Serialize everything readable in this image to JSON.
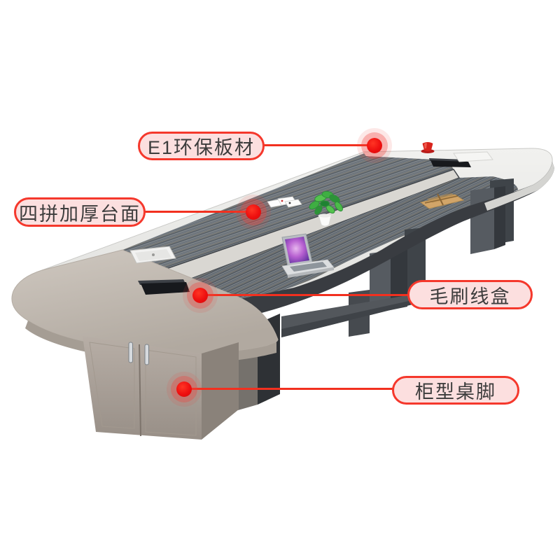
{
  "product": {
    "name": "conference-table",
    "description_visible_text_only": true
  },
  "callouts": [
    {
      "id": "board",
      "label": "E1环保板材",
      "side": "left"
    },
    {
      "id": "tabletop",
      "label": "四拼加厚台面",
      "side": "left"
    },
    {
      "id": "cablebox",
      "label": "毛刷线盒",
      "side": "right"
    },
    {
      "id": "legs",
      "label": "柜型桌脚",
      "side": "right"
    }
  ],
  "style": {
    "pill_fill": "#fcdfdf",
    "pill_border": "#f5382c",
    "pill_text": "#3c3c3c",
    "line_color": "#f2301f",
    "dot_color": "#ee0f0f",
    "table_stripe_base": "#666d74",
    "table_runner": "#d9d7d2",
    "table_edge_band": "#393c41",
    "end_cap_white": "#ececea",
    "end_cap_beige": "#c2bab1",
    "cabinet_body": "#a89f97",
    "leg_panel": "#54595f",
    "background": "#ffffff"
  },
  "table_items": [
    "laptop",
    "potted-plant",
    "playing-cards",
    "tablet",
    "wood-organizer",
    "red-cup",
    "white-notepad",
    "cable-box-left",
    "cable-box-right"
  ]
}
